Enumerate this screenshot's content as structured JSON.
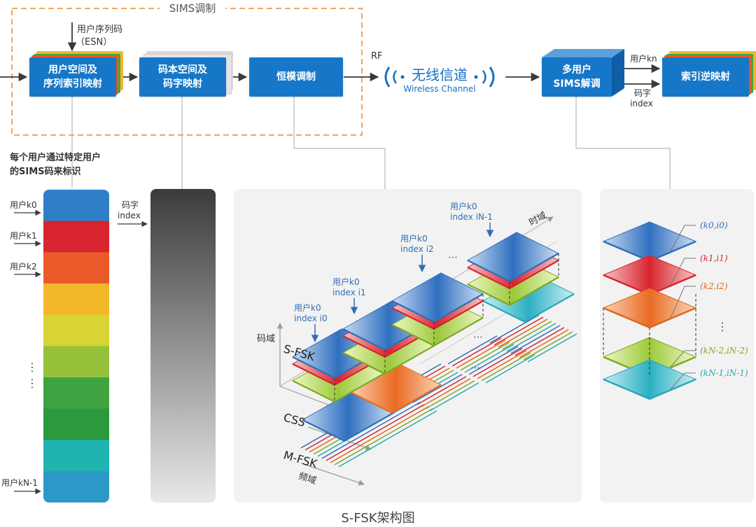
{
  "dashed_region_title": "SIMS调制",
  "esn_label": {
    "line1": "用户序列码",
    "line2": "（ESN）"
  },
  "boxes": {
    "user_space": {
      "line1": "用户空间及",
      "line2": "序列索引映射"
    },
    "codebook": {
      "line1": "码本空间及",
      "line2": "码字映射"
    },
    "const_mod": {
      "line1": "恒模调制"
    },
    "multi_demod": {
      "line1": "多用户",
      "line2": "SIMS解调"
    },
    "index_inverse": {
      "line1": "索引逆映射"
    }
  },
  "rf_label": "RF",
  "channel": {
    "title": "无线信道",
    "subtitle": "Wireless Channel"
  },
  "right_labels": {
    "user_kn": "用户kn",
    "codeword": "码字",
    "index": "index"
  },
  "note": {
    "line1": "每个用户通过特定用户",
    "line2": "的SIMS码来标识"
  },
  "user_bar": {
    "labels": [
      "用户k0",
      "用户k1",
      "用户k2",
      "用户kN-1"
    ],
    "colors": [
      "#2f7fc8",
      "#d8242e",
      "#ea5a28",
      "#f2b82a",
      "#d8d435",
      "#95c23a",
      "#3fa342",
      "#2a9a3c",
      "#20b3b0",
      "#2b98c8"
    ],
    "dots": "⋮"
  },
  "codeword_index_label": {
    "line1": "码字",
    "line2": "index"
  },
  "center": {
    "time_axis": "时域",
    "code_axis": "码域",
    "freq_axis": "频域",
    "sfsk": "S-FSK",
    "css": "CSS",
    "mfsk": "M-FSK",
    "annotations": [
      {
        "user": "用户k0",
        "index": "index i0"
      },
      {
        "user": "用户k0",
        "index": "index i1"
      },
      {
        "user": "用户k0",
        "index": "index i2"
      },
      {
        "user": "用户k0",
        "index": "index iN-1"
      }
    ],
    "ellipsis": "⋯"
  },
  "right_layers": {
    "labels": [
      "(k0,i0)",
      "(k1,i1)",
      "(k2,i2)",
      "(kN-2,iN-2)",
      "(kN-1,iN-1)"
    ],
    "colors": [
      "#2f6fb5",
      "#d8242e",
      "#e0641e",
      "#7cab1e",
      "#2aa6b8"
    ],
    "dots": "⋮"
  },
  "caption": "S-FSK架构图"
}
